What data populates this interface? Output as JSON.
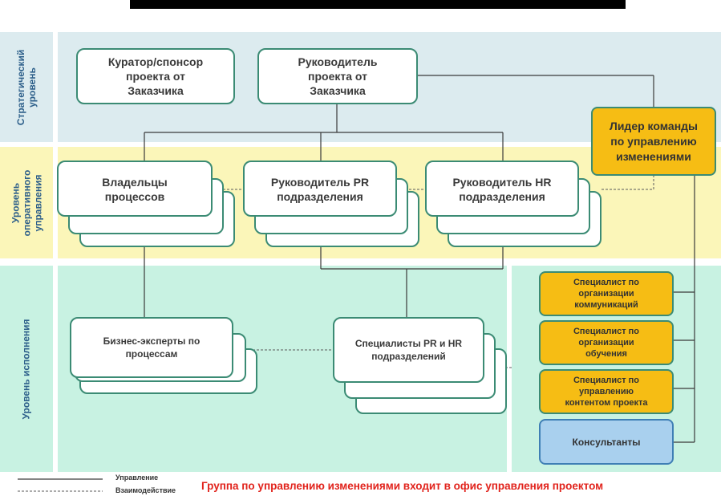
{
  "levels": {
    "strategic": "Стратегический\nуровень",
    "operational": "Уровень\nоперативного\nуправления",
    "execution": "Уровень исполнения"
  },
  "nodes": {
    "curator": "Куратор/спонсор\nпроекта от\nЗаказчика",
    "project_head": "Руководитель\nпроекта от\nЗаказчика",
    "change_leader": "Лидер команды\nпо управлению\nизменениями",
    "process_owners": "Владельцы\nпроцессов",
    "pr_head": "Руководитель PR\nподразделения",
    "hr_head": "Руководитель HR\nподразделения",
    "business_experts": "Бизнес-эксперты по\nпроцессам",
    "pr_hr_specialists": "Специалисты PR и HR\nподразделений",
    "comm_specialist": "Специалист по\nорганизации\nкоммуникаций",
    "training_specialist": "Специалист по\nорганизации\nобучения",
    "content_specialist": "Специалист по\nуправлению\nконтентом проекта",
    "consultants": "Консультанты"
  },
  "legend": {
    "management": "Управление",
    "interaction": "Взаимодействие"
  },
  "footnote": "Группа по управлению изменениями входит в офис управления проектом",
  "colors": {
    "strategic_band": "#dcebef",
    "operational_band": "#fbf6b9",
    "execution_band": "#c8f2e2",
    "box_border": "#3b8b74",
    "orange": "#f6bd14",
    "blue": "#a9d0ee",
    "footnote": "#e1231c"
  }
}
